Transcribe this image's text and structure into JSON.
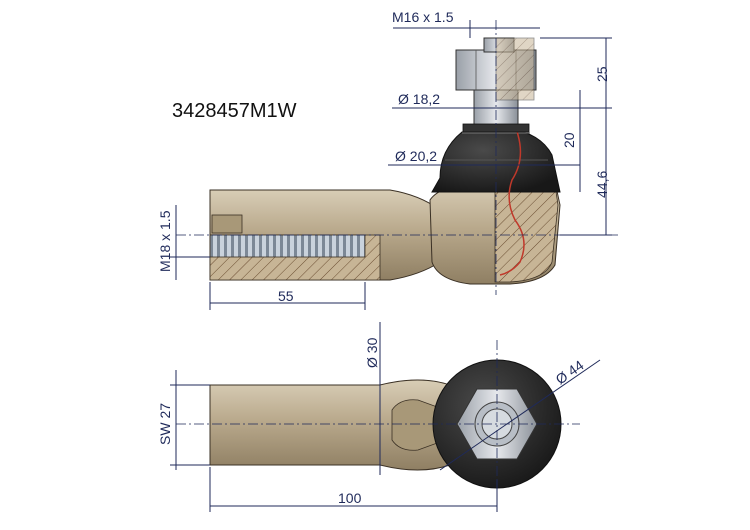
{
  "part_number": "3428457M1W",
  "dimensions": {
    "thread_stud": "M16 x 1.5",
    "dia_neck": "Ø 18,2",
    "dia_body": "Ø 20,2",
    "h25": "25",
    "h20": "20",
    "h446": "44,6",
    "thread_housing": "M18 x 1.5",
    "len55": "55",
    "dia30": "Ø 30",
    "sw": "SW  27",
    "dia44": "Ø 44",
    "len100": "100"
  },
  "colors": {
    "metal": "#b9a98c",
    "metal_dark": "#8f7f63",
    "rubber": "#2b2b2b",
    "dimension": "#1f2a5a",
    "hatch": "#7a5a3a"
  }
}
